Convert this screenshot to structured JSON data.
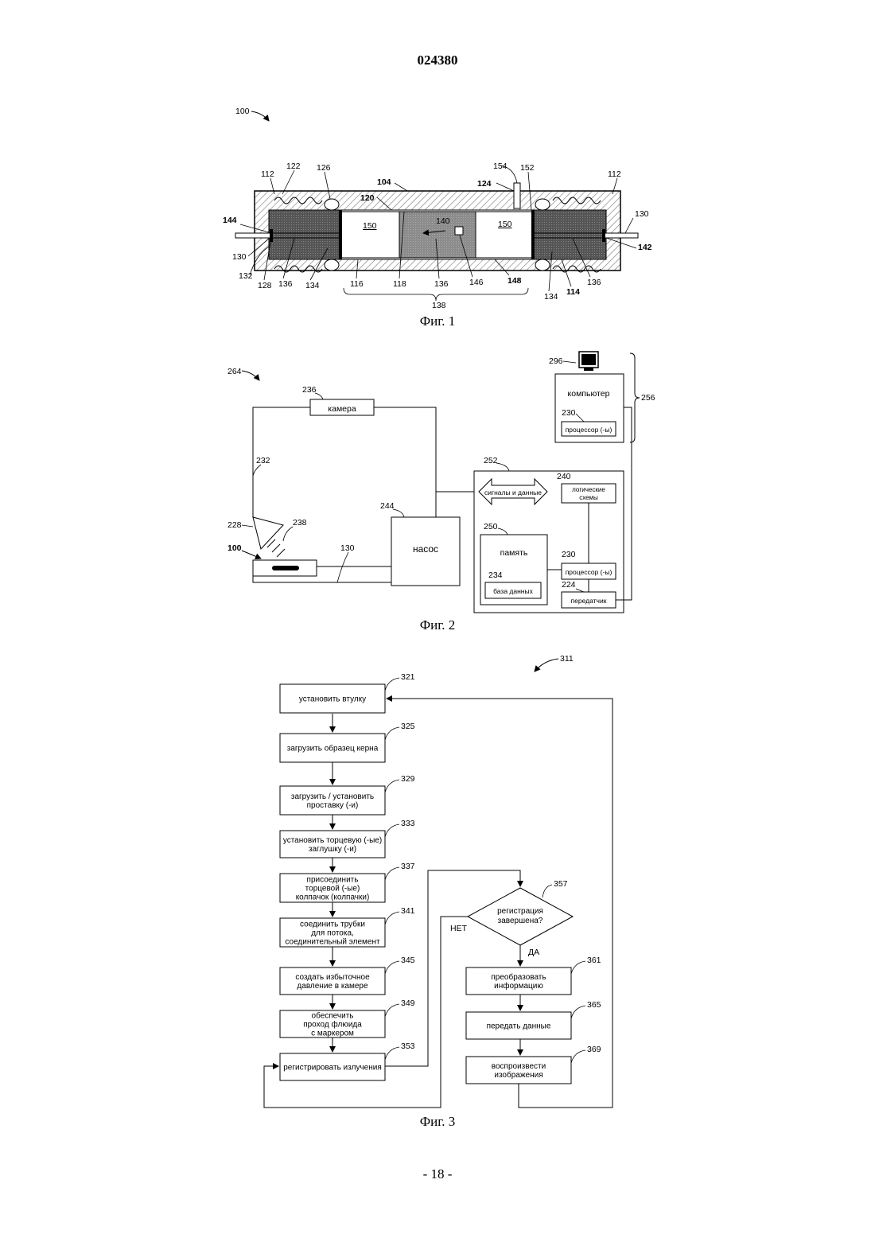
{
  "document": {
    "patent_number": "024380",
    "page_footer": "- 18 -"
  },
  "fig1": {
    "caption": "Фиг. 1",
    "ref_100": "100",
    "labels": {
      "l104": "104",
      "l112a": "112",
      "l112b": "112",
      "l122": "122",
      "l126": "126",
      "l120": "120",
      "l124": "124",
      "l154": "154",
      "l152": "152",
      "l130a": "130",
      "l130b": "130",
      "l144": "144",
      "l142": "142",
      "l150a": "150",
      "l150b": "150",
      "l140": "140",
      "l132": "132",
      "l128": "128",
      "l136a": "136",
      "l134a": "134",
      "l116": "116",
      "l118": "118",
      "l136b": "136",
      "l146": "146",
      "l148": "148",
      "l134b": "134",
      "l114": "114",
      "l136c": "136",
      "l138": "138"
    }
  },
  "fig2": {
    "caption": "Фиг. 2",
    "ref_264": "264",
    "camera": "камера",
    "pump": "насос",
    "computer": "компьютер",
    "processor_top": "процессор (-ы)",
    "signals": "сигналы и данные",
    "logic": [
      "логические",
      "схемы"
    ],
    "memory": "память",
    "database": "база данных",
    "processor_mid": "процессор (-ы)",
    "transmitter": "передатчик",
    "labels": {
      "l236": "236",
      "l232": "232",
      "l228": "228",
      "l238": "238",
      "l100": "100",
      "l130": "130",
      "l244": "244",
      "l252": "252",
      "l240": "240",
      "l250": "250",
      "l234": "234",
      "l230a": "230",
      "l224": "224",
      "l296": "296",
      "l230b": "230",
      "l256": "256"
    }
  },
  "fig3": {
    "caption": "Фиг. 3",
    "ref_311": "311",
    "steps": [
      {
        "num": "321",
        "lines": [
          "установить втулку"
        ]
      },
      {
        "num": "325",
        "lines": [
          "загрузить образец керна"
        ]
      },
      {
        "num": "329",
        "lines": [
          "загрузить / установить",
          "проставку (-и)"
        ]
      },
      {
        "num": "333",
        "lines": [
          "установить торцевую (-ые)",
          "заглушку (-и)"
        ]
      },
      {
        "num": "337",
        "lines": [
          "присоединить",
          "торцевой (-ые)",
          "колпачок (колпачки)"
        ]
      },
      {
        "num": "341",
        "lines": [
          "соединить трубки",
          "для потока,",
          "соединительный элемент"
        ]
      },
      {
        "num": "345",
        "lines": [
          "создать избыточное",
          "давление в камере"
        ]
      },
      {
        "num": "349",
        "lines": [
          "обеспечить",
          "проход флюида",
          "с маркером"
        ]
      },
      {
        "num": "353",
        "lines": [
          "регистрировать излучения"
        ]
      }
    ],
    "decision": {
      "num": "357",
      "lines": [
        "регистрация",
        "завершена?"
      ],
      "no": "НЕТ",
      "yes": "ДА"
    },
    "right_steps": [
      {
        "num": "361",
        "lines": [
          "преобразовать",
          "информацию"
        ]
      },
      {
        "num": "365",
        "lines": [
          "передать данные"
        ]
      },
      {
        "num": "369",
        "lines": [
          "воспроизвести",
          "изображения"
        ]
      }
    ]
  }
}
